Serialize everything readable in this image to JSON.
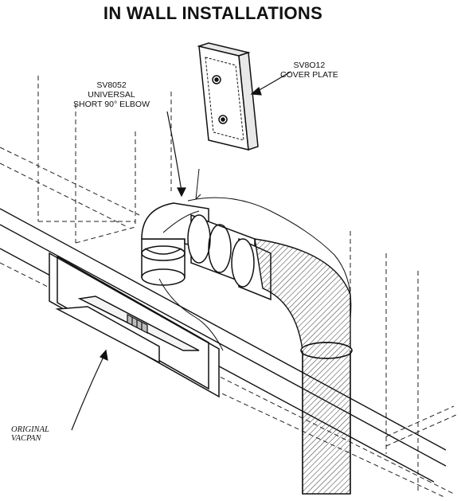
{
  "title": "IN WALL INSTALLATIONS",
  "labels": {
    "elbow": [
      "SV8052",
      "UNIVERSAL",
      "SHORT 90° ELBOW"
    ],
    "cover": [
      "SV8O12",
      "COVER PLATE"
    ],
    "vacpan": [
      "ORIGINAL",
      "VACPAN"
    ]
  }
}
